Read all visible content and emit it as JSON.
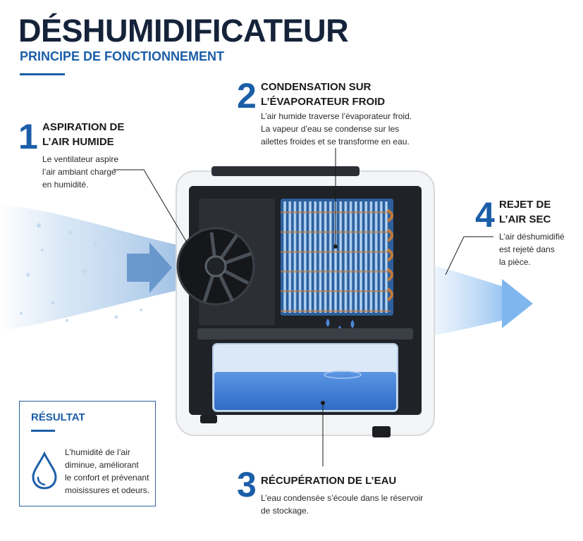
{
  "header": {
    "title": "DÉSHUMIDIFICATEUR",
    "subtitle": "PRINCIPE DE FONCTIONNEMENT"
  },
  "steps": [
    {
      "number": "1",
      "title_lines": [
        "ASPIRATION DE",
        "L’AIR HUMIDE"
      ],
      "desc_lines": [
        "Le ventilateur aspire",
        "l’air ambiant chargé",
        "en humidité."
      ]
    },
    {
      "number": "2",
      "title_lines": [
        "CONDENSATION SUR",
        "L’ÉVAPORATEUR FROID"
      ],
      "desc_lines": [
        "L’air humide traverse l’évaporateur froid.",
        "La vapeur d’eau se condense sur les",
        "ailettes froides et se transforme en eau."
      ]
    },
    {
      "number": "3",
      "title_lines": [
        "RÉCUPÉRATION DE L’EAU"
      ],
      "desc_lines": [
        "L’eau condensée s’écoule dans le réservoir",
        "de stockage."
      ]
    },
    {
      "number": "4",
      "title_lines": [
        "REJET DE",
        "L’AIR SEC"
      ],
      "desc_lines": [
        "L’air déshumidifié",
        "est rejeté dans",
        "la pièce."
      ]
    }
  ],
  "result": {
    "title": "RÉSULTAT",
    "icon": "water-drop-icon",
    "text_lines": [
      "L’humidité de l’air",
      "diminue, améliorant",
      "le confort et prévenant",
      "moisissures et odeurs."
    ]
  },
  "colors": {
    "accent": "#1b5ea8",
    "title": "#15233a",
    "water": "#3f7fd6",
    "air_flow": "#9cc4ee"
  }
}
